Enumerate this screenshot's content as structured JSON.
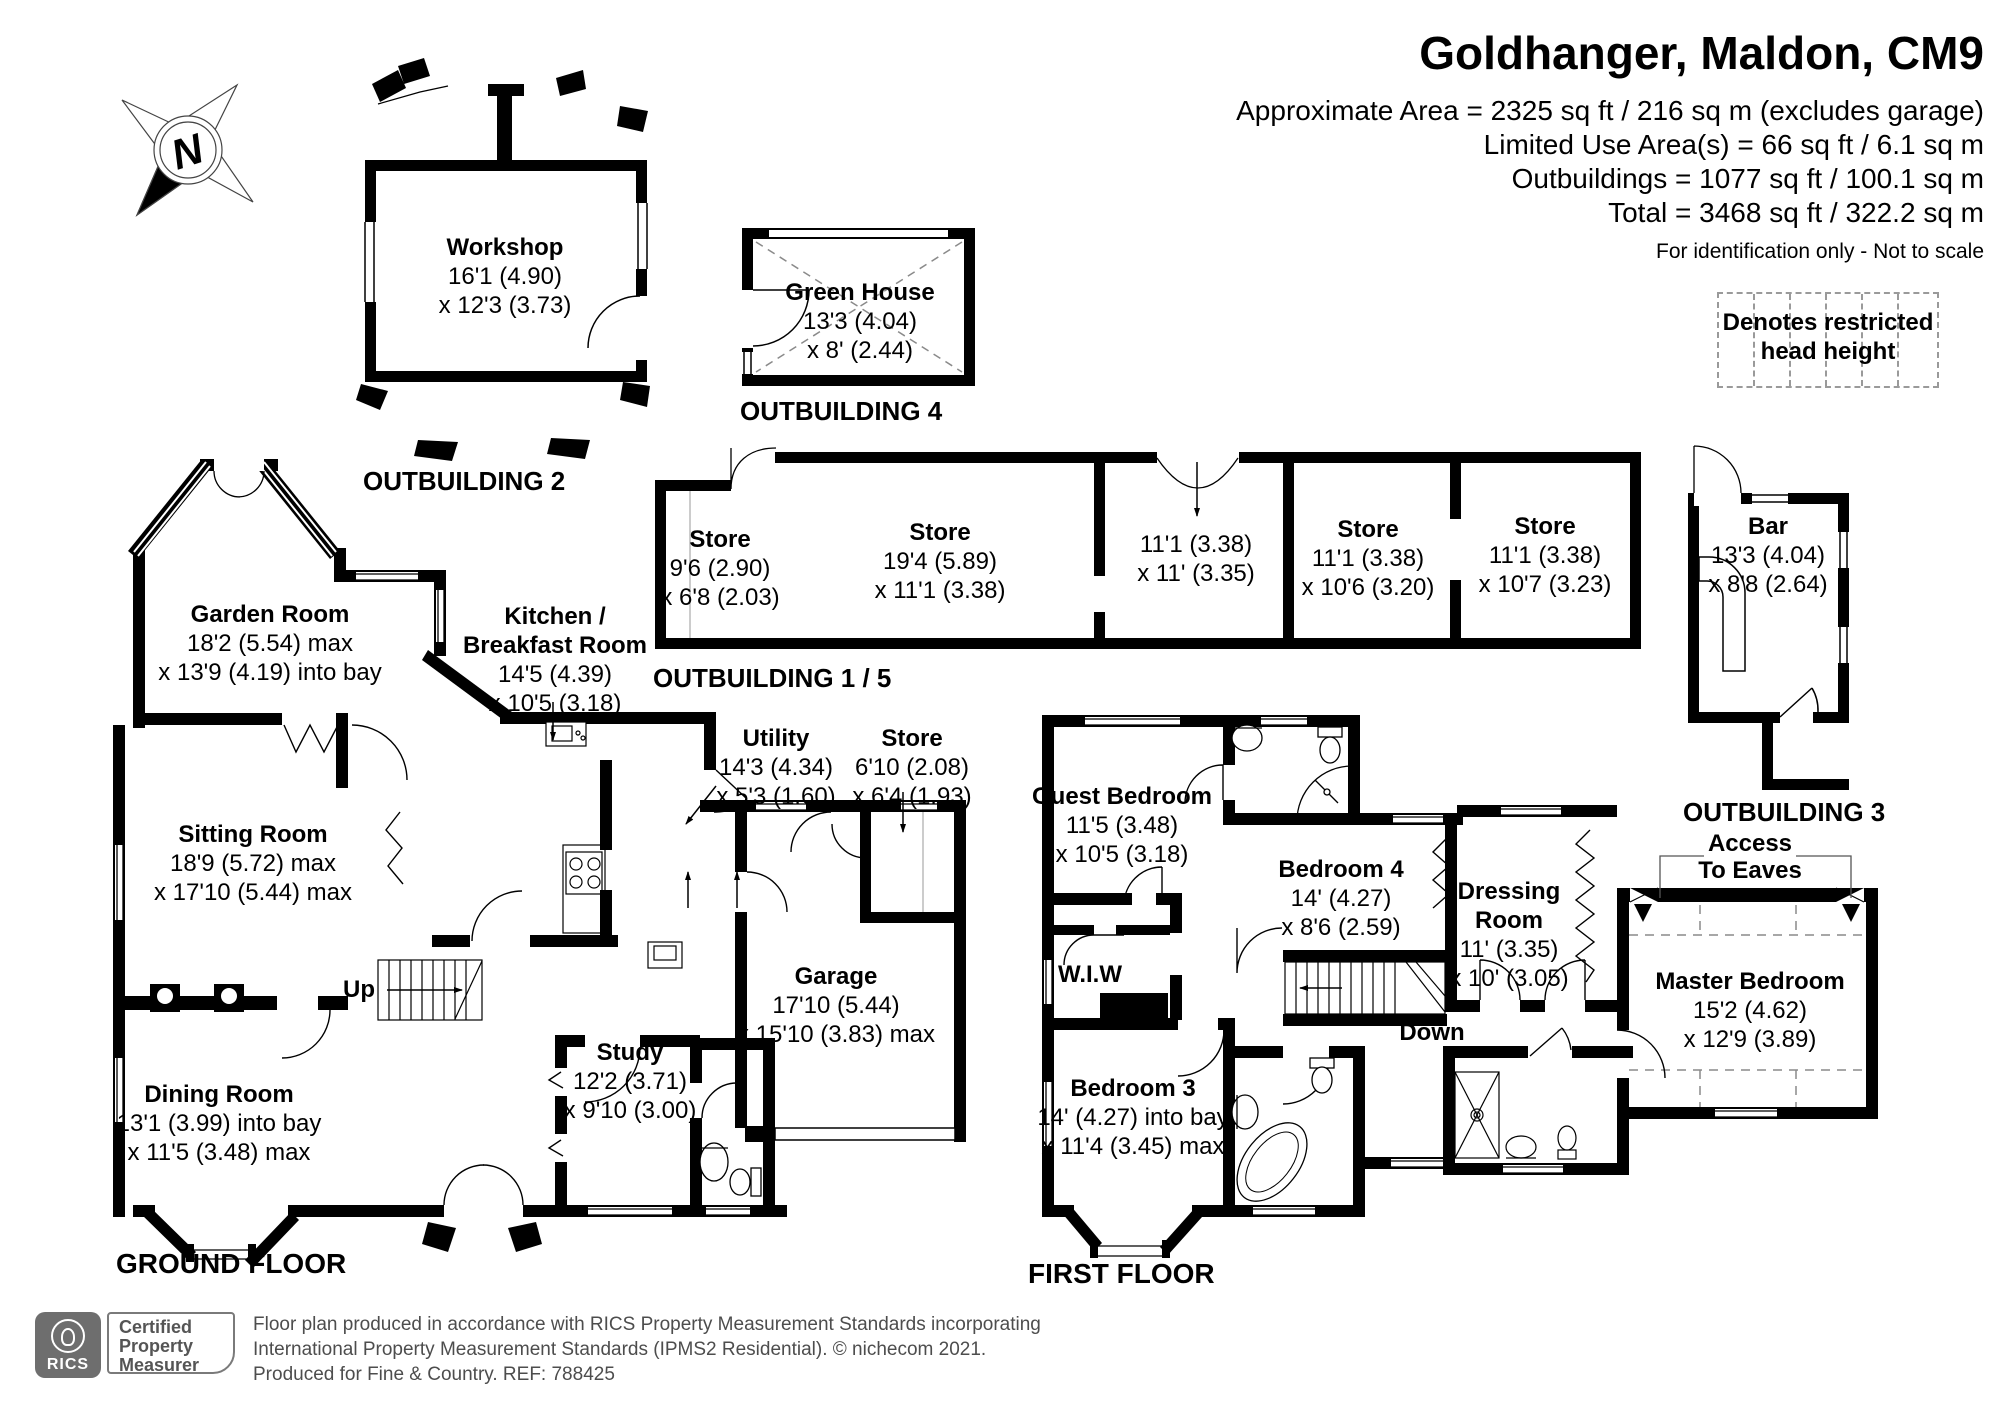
{
  "header": {
    "title": "Goldhanger, Maldon, CM9",
    "area": "Approximate Area = 2325 sq ft / 216 sq m (excludes garage)",
    "limited": "Limited Use Area(s) = 66 sq ft / 6.1 sq m",
    "outbuildings": "Outbuildings = 1077 sq ft / 100.1 sq m",
    "total": "Total = 3468 sq ft / 322.2 sq m",
    "note": "For identification only - Not to scale"
  },
  "legend": {
    "l1": "Denotes restricted",
    "l2": "head height"
  },
  "compass": {
    "n": "N"
  },
  "sections": {
    "ob2": "OUTBUILDING 2",
    "ob4": "OUTBUILDING 4",
    "ob15": "OUTBUILDING 1 / 5",
    "ob3": "OUTBUILDING 3",
    "ground": "GROUND FLOOR",
    "first": "FIRST FLOOR"
  },
  "rooms": {
    "workshop": {
      "name": "Workshop",
      "d1": "16'1 (4.90)",
      "d2": "x 12'3 (3.73)"
    },
    "greenhouse": {
      "name": "Green House",
      "d1": "13'3 (4.04)",
      "d2": "x 8' (2.44)"
    },
    "storeA": {
      "name": "Store",
      "d1": "9'6 (2.90)",
      "d2": "x 6'8 (2.03)"
    },
    "storeB": {
      "name": "Store",
      "d1": "19'4 (5.89)",
      "d2": "x 11'1 (3.38)"
    },
    "storeC": {
      "d1": "11'1 (3.38)",
      "d2": "x 11' (3.35)"
    },
    "storeD": {
      "name": "Store",
      "d1": "11'1 (3.38)",
      "d2": "x 10'6 (3.20)"
    },
    "storeE": {
      "name": "Store",
      "d1": "11'1 (3.38)",
      "d2": "x 10'7 (3.23)"
    },
    "bar": {
      "name": "Bar",
      "d1": "13'3 (4.04)",
      "d2": "x 8'8 (2.64)"
    },
    "garden": {
      "name": "Garden Room",
      "d1": "18'2 (5.54) max",
      "d2": "x 13'9 (4.19) into bay"
    },
    "kitchen": {
      "n1": "Kitchen /",
      "n2": "Breakfast Room",
      "d1": "14'5 (4.39)",
      "d2": "x 10'5 (3.18)"
    },
    "utility": {
      "name": "Utility",
      "d1": "14'3 (4.34)",
      "d2": "x 5'3 (1.60)"
    },
    "storeGF": {
      "name": "Store",
      "d1": "6'10 (2.08)",
      "d2": "x 6'4 (1.93)"
    },
    "garage": {
      "name": "Garage",
      "d1": "17'10 (5.44)",
      "d2": "x 15'10 (3.83) max"
    },
    "sitting": {
      "name": "Sitting Room",
      "d1": "18'9 (5.72) max",
      "d2": "x 17'10 (5.44) max"
    },
    "dining": {
      "name": "Dining Room",
      "d1": "13'1 (3.99) into bay",
      "d2": "x 11'5 (3.48) max"
    },
    "study": {
      "name": "Study",
      "d1": "12'2 (3.71)",
      "d2": "x 9'10 (3.00)"
    },
    "guest": {
      "name": "Guest Bedroom",
      "d1": "11'5 (3.48)",
      "d2": "x 10'5 (3.18)"
    },
    "bed4": {
      "name": "Bedroom 4",
      "d1": "14' (4.27)",
      "d2": "x 8'6 (2.59)"
    },
    "dressing": {
      "n1": "Dressing",
      "n2": "Room",
      "d1": "11' (3.35)",
      "d2": "x 10' (3.05)"
    },
    "master": {
      "name": "Master Bedroom",
      "d1": "15'2 (4.62)",
      "d2": "x 12'9 (3.89)"
    },
    "bed3": {
      "name": "Bedroom 3",
      "d1": "14' (4.27) into bay",
      "d2": "x 11'4 (3.45) max"
    },
    "wiw": {
      "name": "W.I.W"
    }
  },
  "labels": {
    "up": "Up",
    "down": "Down",
    "access1": "Access",
    "access2": "To Eaves"
  },
  "footer": {
    "rics": "RICS",
    "badge1": "Certified",
    "badge2": "Property",
    "badge3": "Measurer",
    "line1": "Floor plan produced in accordance with RICS Property Measurement Standards incorporating",
    "line2": "International Property Measurement Standards (IPMS2 Residential).   © nichecom 2021.",
    "line3": "Produced for Fine & Country.    REF:  788425"
  }
}
